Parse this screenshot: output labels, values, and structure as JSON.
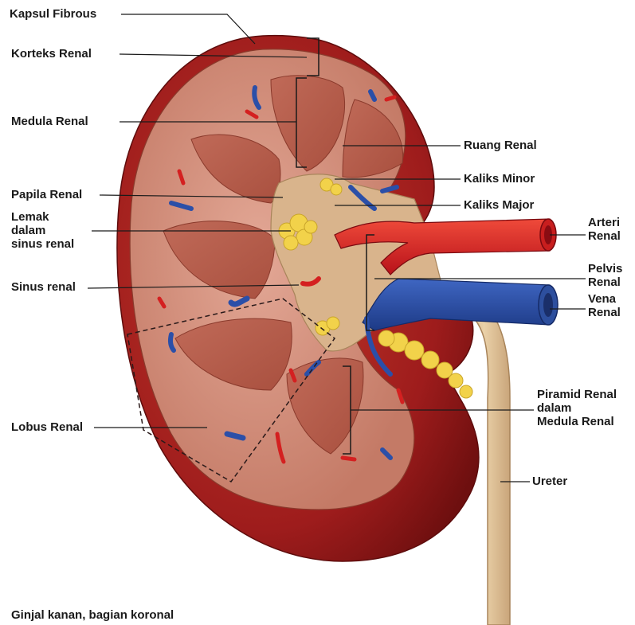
{
  "labels": {
    "kapsul_fibrous": "Kapsul Fibrous",
    "korteks_renal": "Korteks Renal",
    "medula_renal": "Medula Renal",
    "papila_renal": "Papila Renal",
    "lemak_1": "Lemak",
    "lemak_2": "dalam",
    "lemak_3": "sinus renal",
    "sinus_renal": "Sinus renal",
    "lobus_renal": "Lobus Renal",
    "ruang_renal": "Ruang Renal",
    "kaliks_minor": "Kaliks Minor",
    "kaliks_major": "Kaliks Major",
    "arteri_1": "Arteri",
    "arteri_2": "Renal",
    "pelvis_1": "Pelvis",
    "pelvis_2": "Renal",
    "vena_1": "Vena",
    "vena_2": "Renal",
    "piramid_1": "Piramid Renal",
    "piramid_2": "dalam",
    "piramid_3": "Medula Renal",
    "ureter": "Ureter"
  },
  "caption": "Ginjal kanan, bagian koronal",
  "colors": {
    "capsule": "#9e1c1c",
    "cortex": "#c97a68",
    "medulla": "#b85a4a",
    "sinus": "#d9b48c",
    "fat": "#f2d24a",
    "artery": "#d42020",
    "vein": "#2b4fa8",
    "ureter": "#e2c49a"
  }
}
